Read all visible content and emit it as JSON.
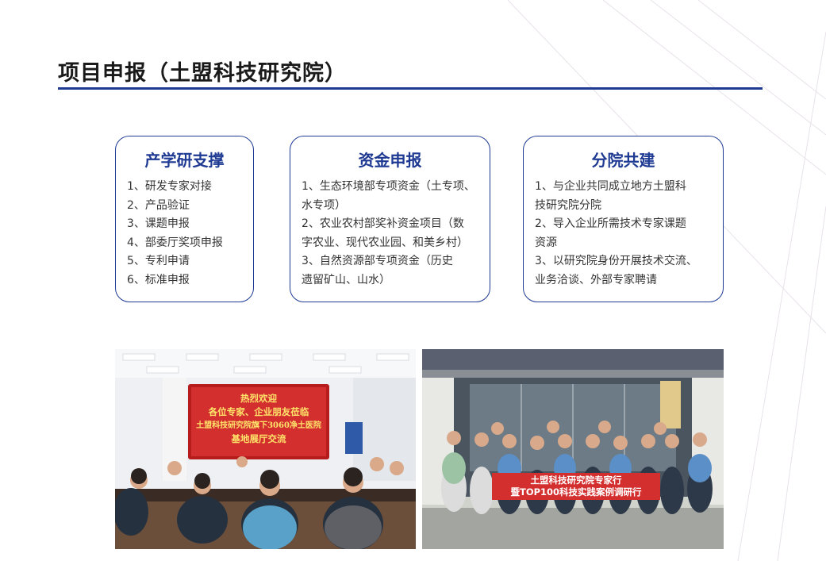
{
  "page": {
    "title": "项目申报（土盟科技研究院）"
  },
  "cards": [
    {
      "title": "产学研支撑",
      "items": [
        "1、研发专家对接",
        "2、产品验证",
        "3、课题申报",
        "4、部委厅奖项申报",
        "5、专利申请",
        "6、标准申报"
      ]
    },
    {
      "title": "资金申报",
      "items": [
        "1、生态环境部专项资金（土专项、",
        "水专项）",
        "2、农业农村部奖补资金项目（数",
        "字农业、现代农业园、和美乡村）",
        "3、自然资源部专项资金（历史",
        "遗留矿山、山水）"
      ]
    },
    {
      "title": "分院共建",
      "items": [
        "1、与企业共同成立地方土盟科",
        "技研究院分院",
        "2、导入企业所需技术专家课题",
        "资源",
        "3、以研究院身份开展技术交流、",
        "业务洽谈、外部专家聘请"
      ]
    }
  ],
  "photos": {
    "meeting": {
      "banner_lines": [
        "热烈欢迎",
        "各位专家、企业朋友莅临",
        "土盟科技研究院旗下3060净土医院",
        "基地展厅交流"
      ]
    },
    "group": {
      "banner_lines": [
        "土盟科技研究院专家行",
        "暨TOP100科技实践案例调研行"
      ]
    }
  },
  "colors": {
    "accent": "#1f3a93",
    "banner_red": "#d32f2f"
  }
}
